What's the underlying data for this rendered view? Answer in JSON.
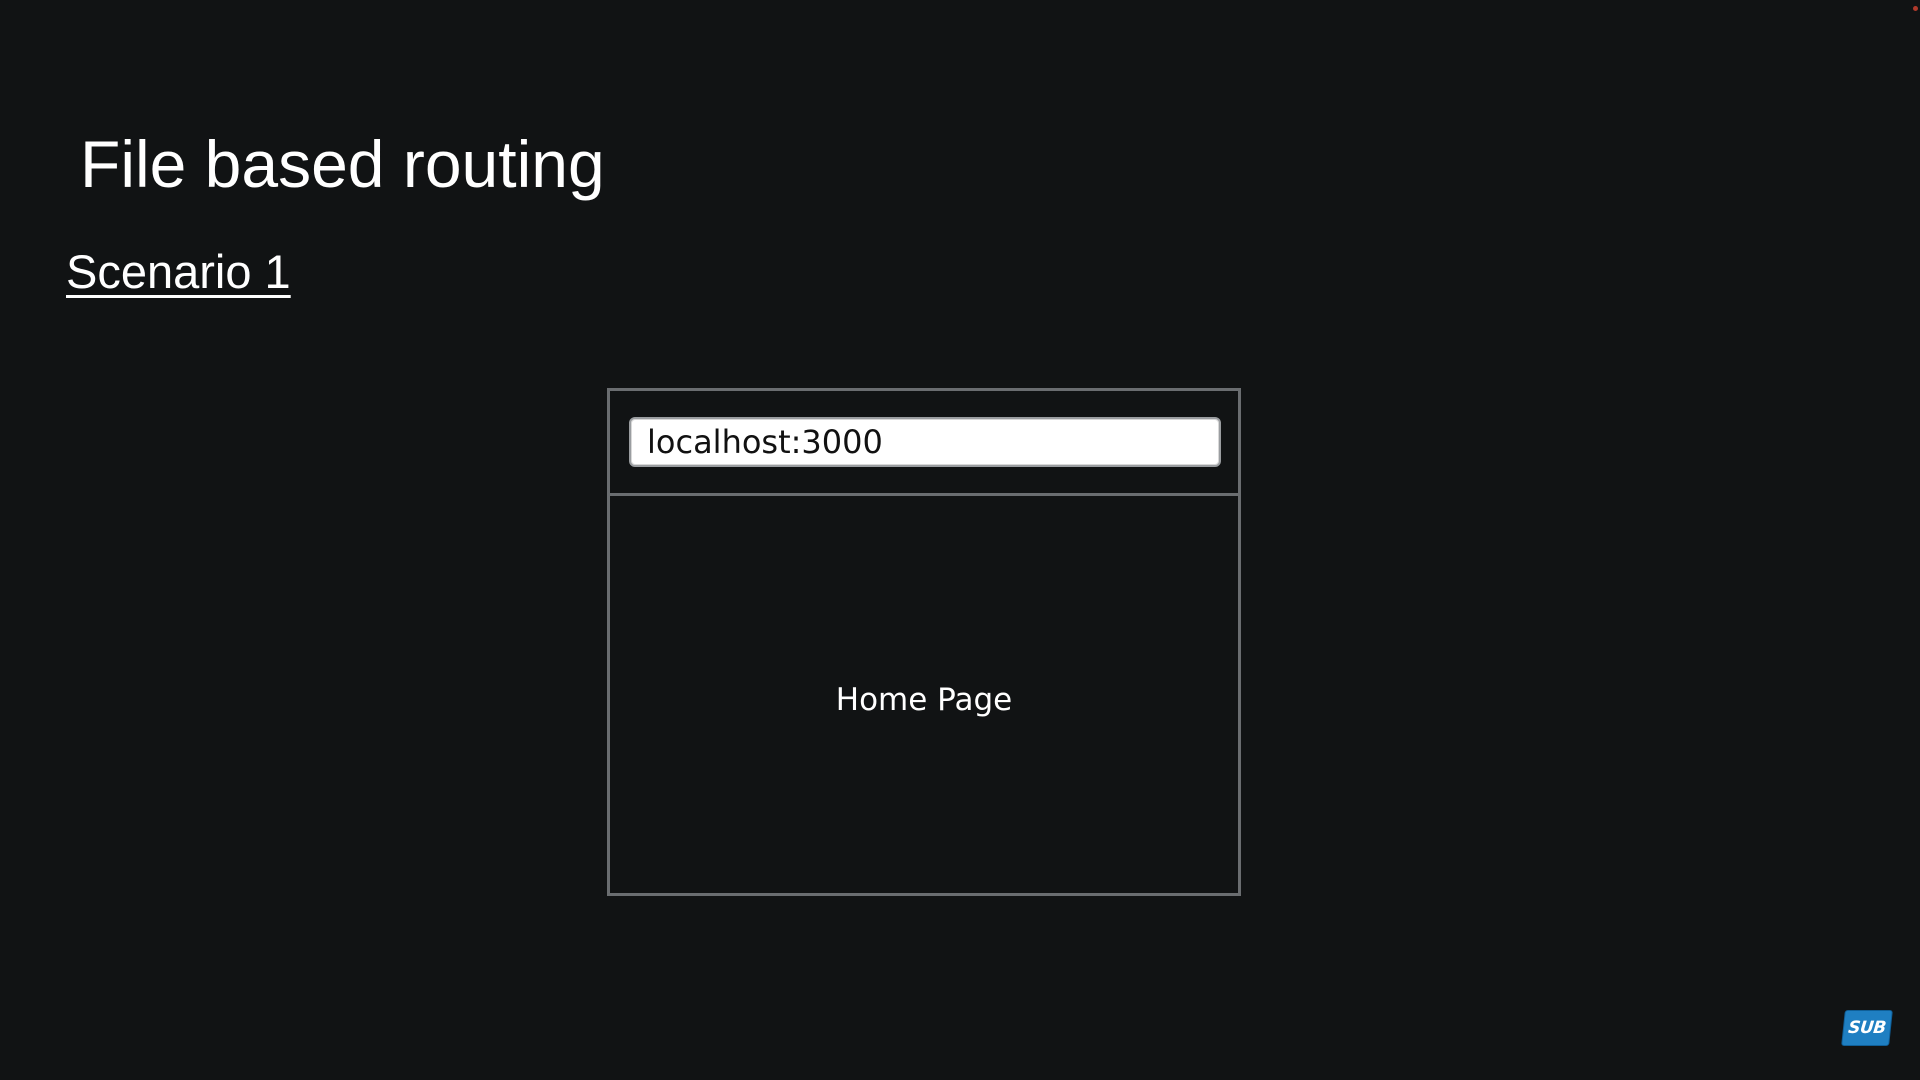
{
  "slide": {
    "title": "File based routing",
    "subtitle": "Scenario 1"
  },
  "browser": {
    "address": "localhost:3000",
    "content_label": "Home Page"
  },
  "badge": {
    "label": "SUB",
    "color": "#1f7fc2"
  },
  "colors": {
    "background": "#111314",
    "frame_border": "#6a6d70",
    "text": "#ffffff"
  }
}
